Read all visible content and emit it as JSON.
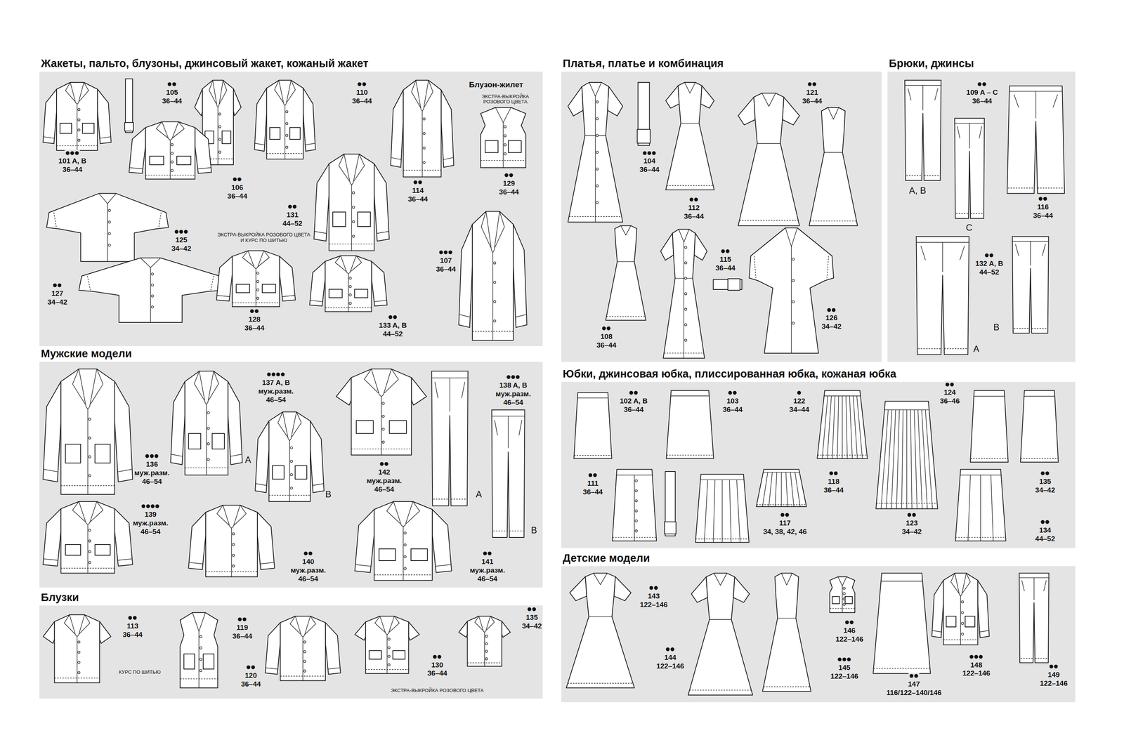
{
  "diagram": {
    "nodes": [
      {
        "text": [
          "Жакеты, пальто, блузоны, джинсовый жакет, кожаный жакет"
        ]
      },
      {
        "text": [
          "Мужские модели"
        ]
      },
      {
        "text": [
          "Блузки"
        ]
      },
      {
        "text": [
          "Платья, платье и комбинация"
        ]
      },
      {
        "text": [
          "Брюки, джинсы"
        ]
      },
      {
        "text": [
          "Юбки, джинсовая юбка, плиссированная юбка, кожаная юбка"
        ]
      },
      {
        "text": [
          "Детские модели"
        ]
      }
    ],
    "labels": [
      "●●●",
      "101 A, B",
      "36–44",
      "●●",
      "105",
      "36–44",
      "●●",
      "106",
      "36–44",
      "●●",
      "110",
      "36–44",
      "Блузон-жилет",
      "ЭКСТРА-ВЫКРОЙКА РОЗОВОГО ЦВЕТА",
      "●●",
      "114",
      "36–44",
      "●●",
      "131",
      "44–52",
      "●●",
      "129",
      "36–44",
      "●●●",
      "125",
      "34–42",
      "ЭКСТРА-ВЫКРОЙКА РОЗОВОГО ЦВЕТА И КУРС ПО ШИТЬЮ",
      "●●●",
      "107",
      "36–44",
      "●●",
      "127",
      "34–42",
      "●●",
      "128",
      "36–44",
      "●●",
      "133 A, B",
      "44–52",
      "●●●●",
      "137 A, B",
      "муж.разм.",
      "46–54",
      "●●●",
      "138 A, B",
      "муж.разм.",
      "46–54",
      "●●●",
      "136",
      "муж.разм.",
      "46–54",
      "A",
      "B",
      "●●",
      "142",
      "муж.разм.",
      "46–54",
      "A",
      "B",
      "●●●●",
      "139",
      "муж.разм.",
      "46–54",
      "●●",
      "140",
      "муж.разм.",
      "46–54",
      "●●",
      "141",
      "муж.разм.",
      "46–54",
      "●●",
      "113",
      "36–44",
      "КУРС ПО ШИТЬЮ",
      "●●",
      "119",
      "36–44",
      "●●",
      "120",
      "36–44",
      "●●",
      "130",
      "36–44",
      "●●",
      "135",
      "34–42",
      "ЭКСТРА-ВЫКРОЙКА РОЗОВОГО ЦВЕТА",
      "●●",
      "121",
      "36–44",
      "●●●",
      "104",
      "36–44",
      "●●",
      "112",
      "36–44",
      "●●",
      "115",
      "36–44",
      "●●",
      "126",
      "34–42",
      "●●",
      "108",
      "36–44",
      "●●",
      "109 A – C",
      "36–44",
      "A, B",
      "C",
      "●●",
      "116",
      "36–44",
      "●●",
      "132 A, B",
      "44–52",
      "B",
      "A",
      "●●",
      "102 A, B",
      "36–44",
      "●●",
      "103",
      "36–44",
      "●",
      "122",
      "34–44",
      "●●",
      "124",
      "36–46",
      "●●",
      "111",
      "36–44",
      "●●",
      "118",
      "36–44",
      "●●",
      "117",
      "34, 38, 42, 46",
      "●●",
      "123",
      "34–42",
      "●●",
      "135",
      "34–42",
      "●●",
      "134",
      "44–52",
      "●●",
      "143",
      "122–146",
      "●●",
      "144",
      "122–146",
      "●●",
      "146",
      "122–146",
      "●●●",
      "145",
      "122–146",
      "●●",
      "147",
      "116/122–140/146",
      "●●●",
      "148",
      "122–146",
      "●●",
      "149",
      "122–146"
    ]
  }
}
